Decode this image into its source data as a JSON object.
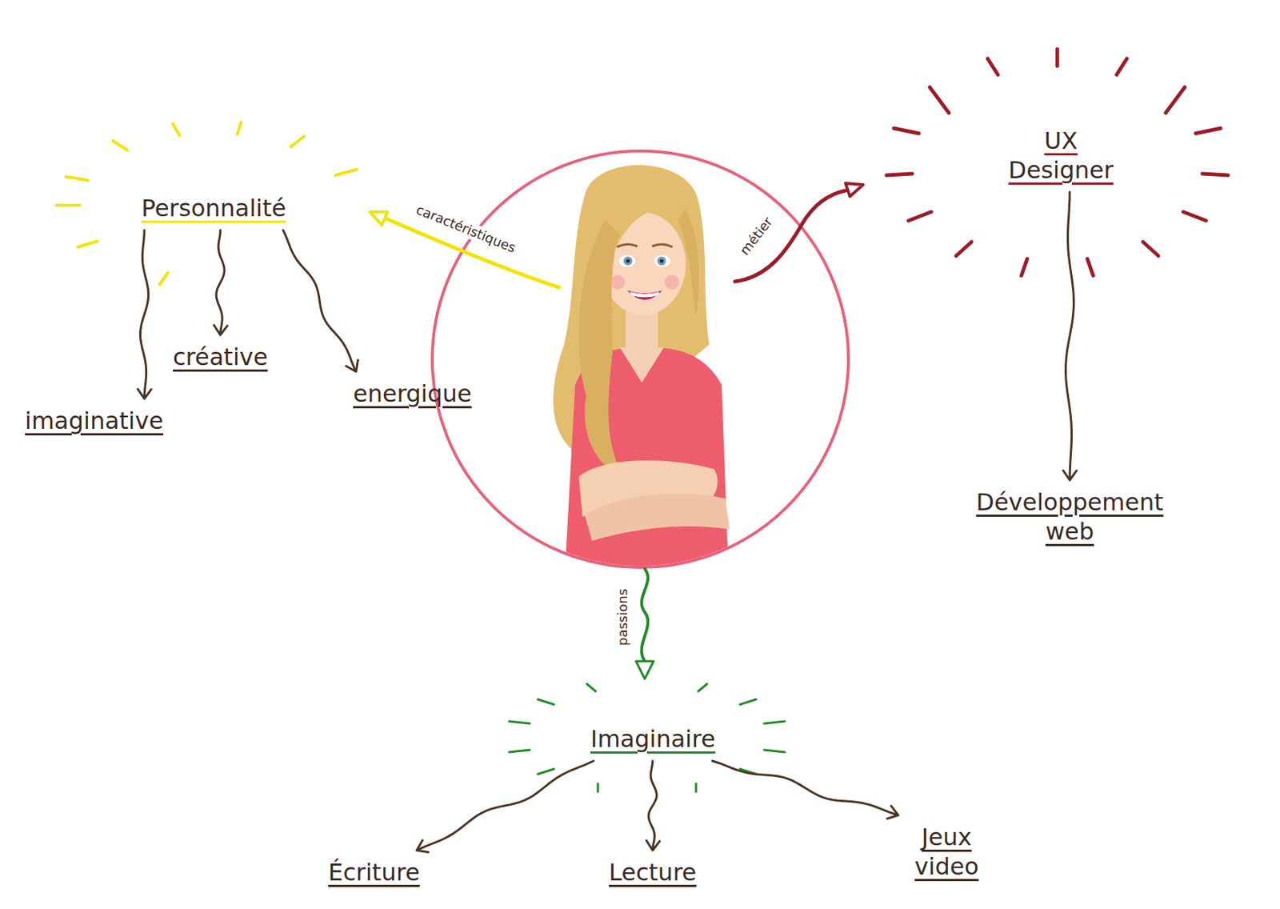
{
  "diagram": {
    "nodes": [
      {
        "text": [
          "Personnalité"
        ]
      },
      {
        "text": [
          "imaginative"
        ]
      },
      {
        "text": [
          "créative"
        ]
      },
      {
        "text": [
          "energique"
        ]
      },
      {
        "text": [
          "UX Designer"
        ]
      },
      {
        "text": [
          "Développement web"
        ]
      },
      {
        "text": [
          "Imaginaire"
        ]
      },
      {
        "text": [
          "Écriture"
        ]
      },
      {
        "text": [
          "Lecture"
        ]
      },
      {
        "text": [
          "Jeux video"
        ]
      }
    ],
    "edges": [
      {
        "from": 0,
        "to": 1,
        "arrow": "to"
      },
      {
        "from": 0,
        "to": 2,
        "arrow": "to"
      },
      {
        "from": 0,
        "to": 3,
        "arrow": "to"
      },
      {
        "from": 4,
        "to": 5,
        "arrow": "to"
      },
      {
        "from": 6,
        "to": 7,
        "arrow": "to"
      },
      {
        "from": 6,
        "to": 8,
        "arrow": "to"
      },
      {
        "from": 6,
        "to": 9,
        "arrow": "to"
      }
    ],
    "labels": [
      "caractéristiques",
      "métier",
      "passions"
    ]
  }
}
